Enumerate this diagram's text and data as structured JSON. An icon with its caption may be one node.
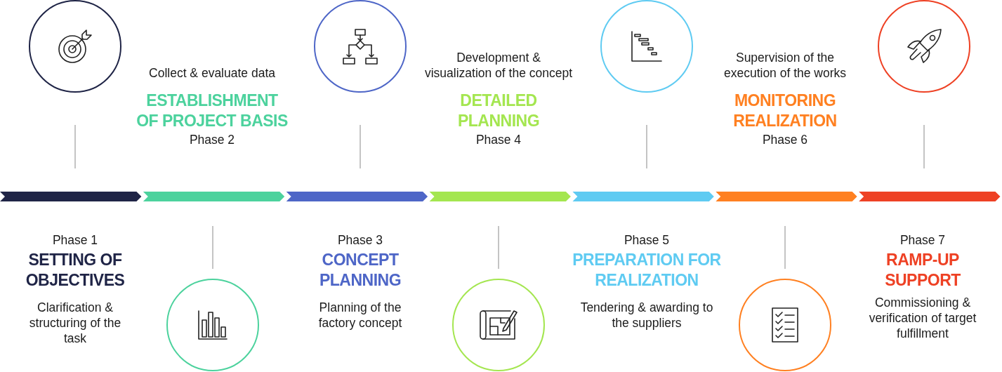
{
  "diagram": {
    "labels": [
      "Phase 1",
      "SETTING OF OBJECTIVES",
      "Clarification & structuring of the task",
      "Collect & evaluate data",
      "ESTABLISHMENT OF PROJECT BASIS",
      "Phase 2",
      "Phase 3",
      "CONCEPT PLANNING",
      "Planning of the factory concept",
      "Development & visualization of the concept",
      "DETAILED PLANNING",
      "Phase 4",
      "Phase 5",
      "PREPARATION FOR REALIZATION",
      "Tendering & awarding to the suppliers",
      "Supervision of the execution of the works",
      "MONITORING REALIZATION",
      "Phase 6",
      "Phase 7",
      "RAMP-UP SUPPORT",
      "Commissioning & verification of target fulfillment"
    ]
  }
}
